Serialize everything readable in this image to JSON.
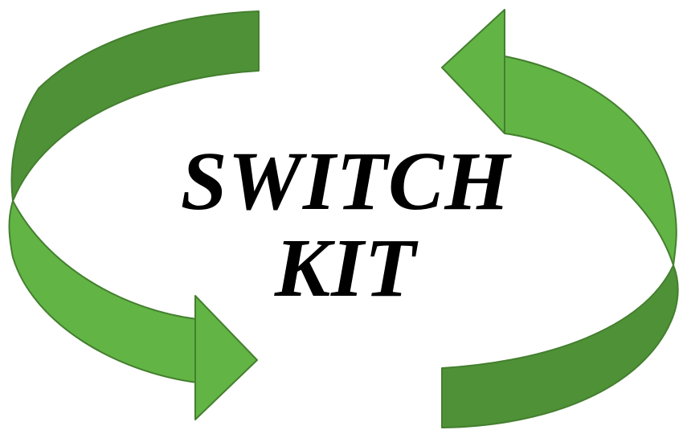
{
  "title": {
    "line1": "SWITCH",
    "line2": "KIT"
  },
  "colors": {
    "arrow_light": "#62b545",
    "arrow_dark": "#4f9137",
    "arrow_edge": "#447f2f",
    "text": "#000000",
    "background": "#ffffff"
  },
  "icons": {
    "left_arrow": "curved-arrow-right-pointing",
    "right_arrow": "curved-arrow-left-pointing"
  }
}
